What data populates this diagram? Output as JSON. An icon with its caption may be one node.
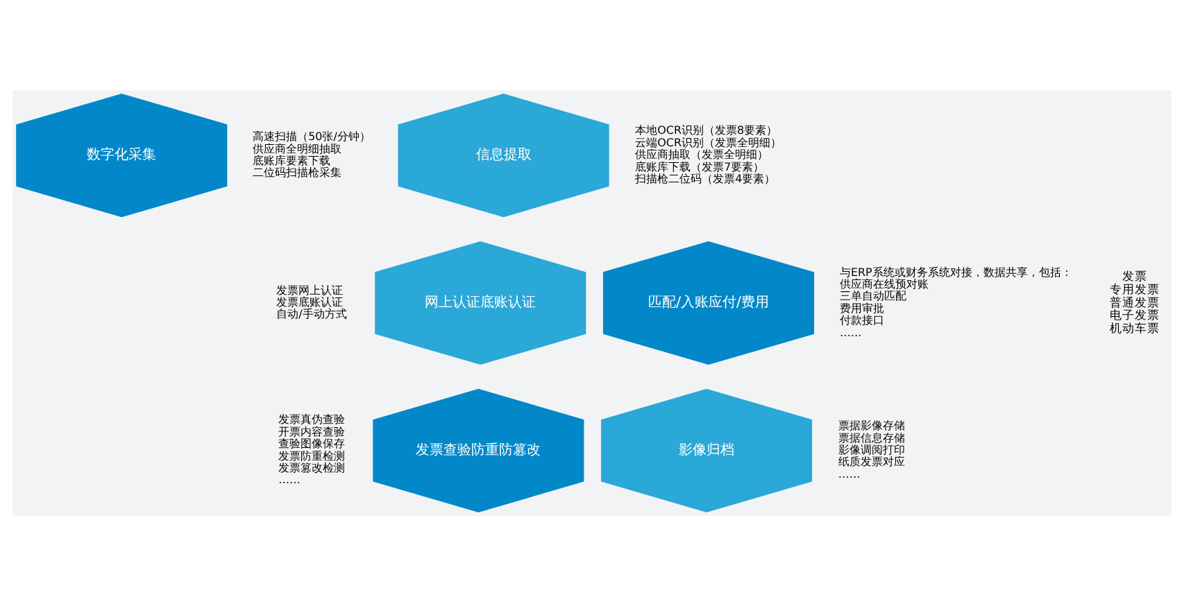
{
  "diagram": {
    "nodes": [
      {
        "text": [
          "数字化采集"
        ],
        "beside": [
          "高速扫描（50张/分钟）",
          "供应商全明细抽取",
          "底账库要素下载",
          "二位码扫描枪采集"
        ]
      },
      {
        "text": [
          "信息提取"
        ],
        "beside": [
          "本地OCR识别（发票8要素）",
          "云端OCR识别（发票全明细）",
          "供应商抽取（发票全明细）",
          "底账库下载（发票7要素）",
          "扫描枪二位码（发票4要素）"
        ]
      },
      {
        "text": [
          "网上认证底账认证"
        ],
        "beside": [
          "发票网上认证",
          "发票底账认证",
          "自动/手动方式"
        ]
      },
      {
        "text": [
          "匹配/入账应付/费用"
        ],
        "beside": [
          "与ERP系统或财务系统对接，数据共享，包括：",
          "供应商在线预对账",
          "三单自动匹配",
          "费用审批",
          "付款接口",
          "……"
        ]
      },
      {
        "text": [
          "发票查验防重防篡改"
        ],
        "beside": [
          "发票真伪查验",
          "开票内容查验",
          "查验图像保存",
          "发票防重检测",
          "发票篡改检测",
          "……"
        ]
      },
      {
        "text": [
          "影像归档"
        ],
        "beside": [
          "票据影像存储",
          "票据信息存储",
          "影像调阅打印",
          "纸质发票对应",
          "……"
        ]
      }
    ],
    "edges": [],
    "labels": [
      "发票",
      "专用发票",
      "普通发票",
      "电子发票",
      "机动车票"
    ]
  }
}
